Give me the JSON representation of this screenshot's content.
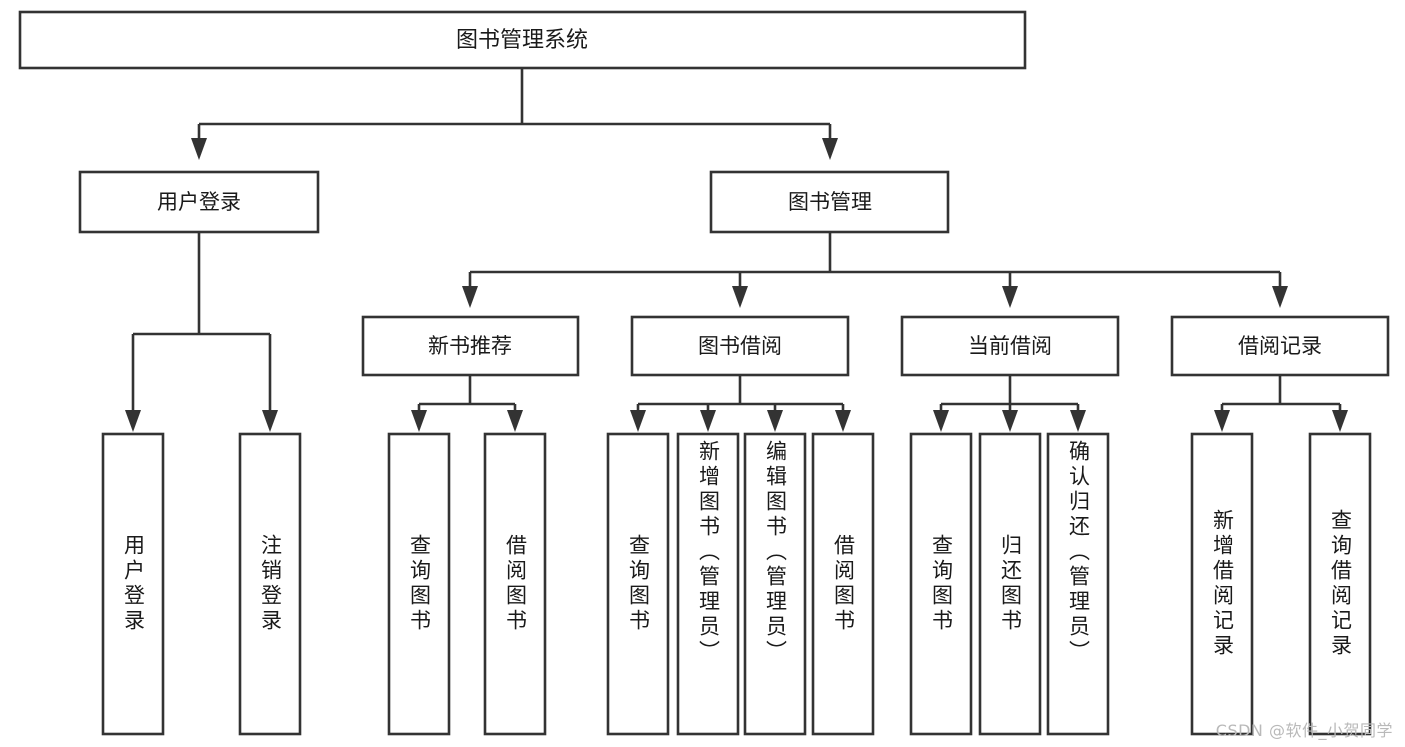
{
  "diagram": {
    "type": "tree",
    "title": "图书管理系统",
    "root": {
      "id": "root",
      "label": "图书管理系统"
    },
    "level2": [
      {
        "id": "user-login",
        "label": "用户登录"
      },
      {
        "id": "book-manage",
        "label": "图书管理"
      }
    ],
    "level3": [
      {
        "id": "new-book-rec",
        "label": "新书推荐",
        "parent": "book-manage"
      },
      {
        "id": "book-borrow",
        "label": "图书借阅",
        "parent": "book-manage"
      },
      {
        "id": "current-borrow",
        "label": "当前借阅",
        "parent": "book-manage"
      },
      {
        "id": "borrow-record",
        "label": "借阅记录",
        "parent": "book-manage"
      }
    ],
    "leaves": [
      {
        "id": "leaf-user-login",
        "label": "用户登录",
        "parent": "user-login"
      },
      {
        "id": "leaf-logout-login",
        "label": "注销登录",
        "parent": "user-login"
      },
      {
        "id": "leaf-rec-query-book",
        "label": "查询图书",
        "parent": "new-book-rec"
      },
      {
        "id": "leaf-rec-borrow-book",
        "label": "借阅图书",
        "parent": "new-book-rec"
      },
      {
        "id": "leaf-borrow-query-book",
        "label": "查询图书",
        "parent": "book-borrow"
      },
      {
        "id": "leaf-add-book-admin",
        "label": "新增图书（管理员）",
        "parent": "book-borrow"
      },
      {
        "id": "leaf-edit-book-admin",
        "label": "编辑图书（管理员）",
        "parent": "book-borrow"
      },
      {
        "id": "leaf-borrow-book",
        "label": "借阅图书",
        "parent": "book-borrow"
      },
      {
        "id": "leaf-cur-query-book",
        "label": "查询图书",
        "parent": "current-borrow"
      },
      {
        "id": "leaf-return-book",
        "label": "归还图书",
        "parent": "current-borrow"
      },
      {
        "id": "leaf-confirm-return-admin",
        "label": "确认归还（管理员）",
        "parent": "current-borrow"
      },
      {
        "id": "leaf-add-borrow-record",
        "label": "新增借阅记录",
        "parent": "borrow-record"
      },
      {
        "id": "leaf-query-borrow-record",
        "label": "查询借阅记录",
        "parent": "borrow-record"
      }
    ]
  },
  "watermark": {
    "text": "CSDN @软件_小贺同学"
  },
  "colors": {
    "stroke": "#333333",
    "box_fill": "#ffffff",
    "text": "#1a1a1a",
    "background": "#ffffff",
    "watermark": "#b9b9b9"
  }
}
